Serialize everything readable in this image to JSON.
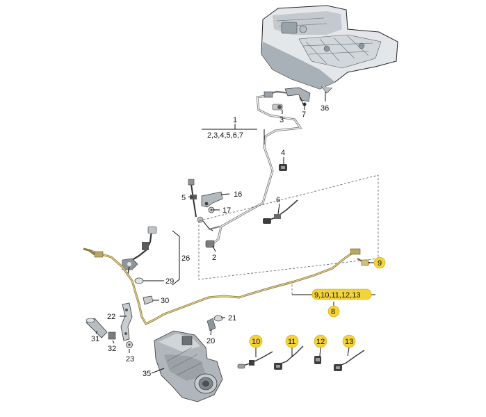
{
  "diagram": {
    "background_color": "#ffffff",
    "highlight_color": "#f3d23a",
    "line_color": "#c8b27a",
    "callouts": {
      "c1": "1",
      "c1_sub": "2,3,4,5,6,7",
      "c2": "2",
      "c3": "3",
      "c4": "4",
      "c5": "5",
      "c6": "6",
      "c7": "7",
      "c8": "8",
      "c8_sub": "9,10,11,12,13",
      "c9": "9",
      "c10": "10",
      "c11": "11",
      "c12": "12",
      "c13": "13",
      "c16": "16",
      "c17": "17",
      "c20": "20",
      "c21": "21",
      "c22": "22",
      "c23": "23",
      "c26": "26",
      "c29": "29",
      "c30": "30",
      "c31": "31",
      "c32": "32",
      "c35": "35",
      "c36": "36"
    }
  }
}
